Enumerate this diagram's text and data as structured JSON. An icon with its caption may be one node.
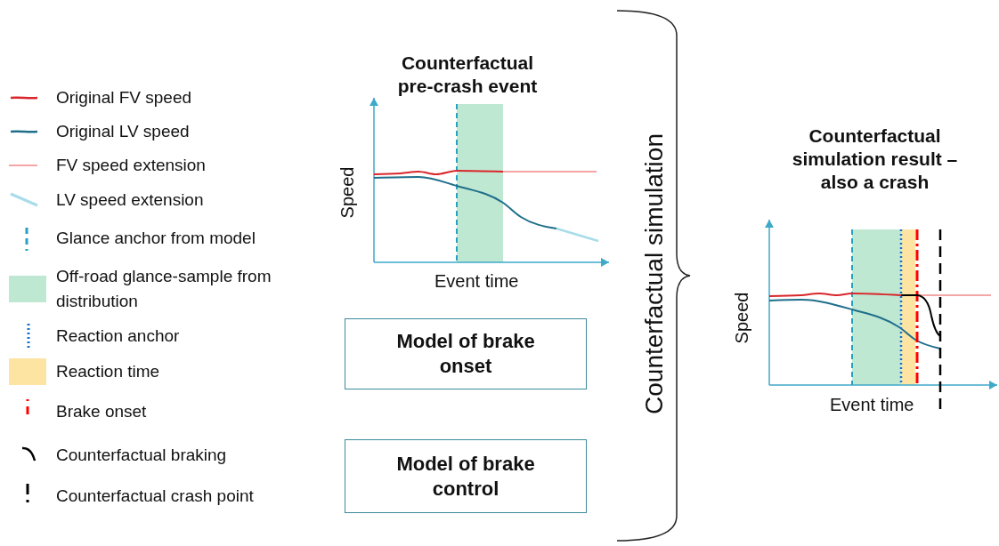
{
  "diagram": {
    "nodes": [
      {
        "text": [
          "Model of brake onset"
        ]
      },
      {
        "text": [
          "Model of brake control"
        ]
      }
    ],
    "labels": [
      "Counterfactual pre-crash event",
      "Speed",
      "Event time",
      "Counterfactual simulation",
      "Counterfactual simulation result – also a crash",
      "Speed",
      "Event time"
    ],
    "legend": [
      {
        "text": "Original FV speed"
      },
      {
        "text": "Original LV speed"
      },
      {
        "text": "FV speed extension"
      },
      {
        "text": "LV speed extension"
      },
      {
        "text": "Glance anchor from model"
      },
      {
        "text": "Off-road glance-sample from distribution",
        "color": "#bfe8d2"
      },
      {
        "text": "Reaction anchor"
      },
      {
        "text": "Reaction time",
        "color": "#fde4a3"
      },
      {
        "text": "Brake onset"
      },
      {
        "text": "Counterfactual braking"
      },
      {
        "text": "Counterfactual crash point"
      }
    ]
  }
}
